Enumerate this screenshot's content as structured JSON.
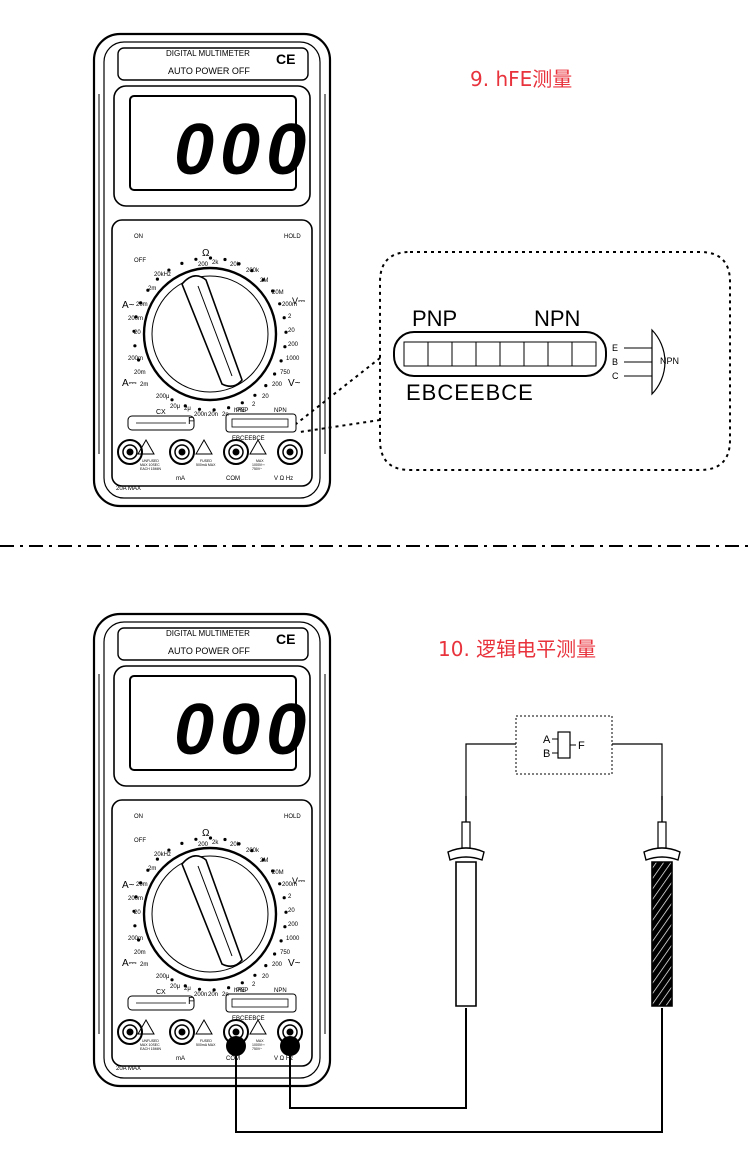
{
  "section1": {
    "title": "9. hFE测量",
    "socket_zoom": {
      "pnp": "PNP",
      "npn": "NPN",
      "pins": "EBCEEBCE",
      "transistor": {
        "e": "E",
        "b": "B",
        "c": "C",
        "type": "NPN"
      }
    }
  },
  "section2": {
    "title": "10. 逻辑电平测量",
    "logic_gate": {
      "a": "A",
      "b": "B",
      "f": "F"
    }
  },
  "meter": {
    "brand_line1": "DIGITAL MULTIMETER",
    "brand_line2": "AUTO POWER OFF",
    "ce": "CE",
    "display": "000",
    "on": "ON",
    "off": "OFF",
    "hold": "HOLD",
    "ohm_symbol": "Ω",
    "dial_labels": {
      "ohm_200": "200",
      "ohm_2k": "2k",
      "ohm_20k": "20k",
      "ohm_200k": "200k",
      "ohm_2M": "2M",
      "ohm_20M": "20M",
      "dcv_200m": "200m",
      "dcv_2": "2",
      "dcv_20": "20",
      "dcv_200": "200",
      "dcv_1000": "1000",
      "acv_750": "750",
      "acv_200": "200",
      "acv_20": "20",
      "acv_2": "2",
      "hfe": "hFE",
      "cap_2n": "2n",
      "cap_20n": "20n",
      "cap_200n": "200n",
      "cap_2u": "2μ",
      "cap_20u": "20μ",
      "cap_200u": "200μ",
      "dca_2m": "2m",
      "dca_20m": "20m",
      "dca_200m": "200m",
      "dca_20": "20",
      "aca_200m": "200m",
      "aca_20m": "20m",
      "aca_2m": "2m",
      "freq_20kHz": "20kHz",
      "aca_label": "A~",
      "dca_label": "A⎓",
      "dcv_label": "V⎓",
      "acv_label": "V~",
      "f_label": "F"
    },
    "cx": "CX",
    "pnp": "PNP",
    "npn": "NPN",
    "pins": "EBCEEBCE",
    "jack_20a": "20A MAX",
    "jack_ma": "mA",
    "jack_com": "COM",
    "jack_vohm": "V Ω Hz",
    "warn_20a_1": "UNFUSED",
    "warn_20a_2": "MAX 10SEC",
    "warn_20a_3": "EACH 15MIN",
    "warn_ma_1": "FUSED",
    "warn_ma_2": "500mA MAX",
    "warn_v_1": "MAX",
    "warn_v_2": "1000V⎓",
    "warn_v_3": "750V~"
  },
  "colors": {
    "title_red": "#e8323c",
    "ink": "#000000",
    "screen": "#ffffff"
  }
}
